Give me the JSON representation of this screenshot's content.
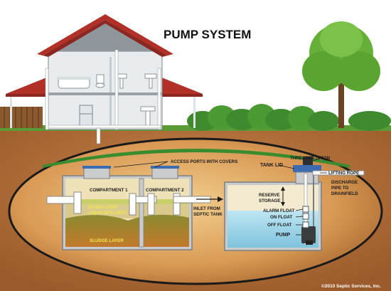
{
  "title": "PUMP SYSTEM",
  "labels": {
    "access_ports": "ACCESS PORTS WITH COVERS",
    "compartment_1": "COMPARTMENT 1",
    "compartment_2": "COMPARTMENT 2",
    "scum_layer": "SCUM LAYER",
    "liquid_effluent": "LIQUID EFFLUENT",
    "sludge_layer": "SLUDGE LAYER",
    "inlet_line1": "INLET FROM",
    "inlet_line2": "SEPTIC TANK",
    "tank_lid": "TANK LID",
    "threaded_union": "THREADED UNION",
    "lifting_rope": "LIFTING ROPE",
    "discharge_line1": "DISCHARGE",
    "discharge_line2": "PIPE TO",
    "discharge_line3": "DRAINFIELD",
    "reserve_line1": "RESERVE",
    "reserve_line2": "STORAGE",
    "alarm_float": "ALARM FLOAT",
    "on_float": "ON FLOAT",
    "off_float": "OFF FLOAT",
    "pump": "PUMP"
  },
  "copyright": "©2010 Septic Services, Inc.",
  "colors": {
    "sky": "#ffffff",
    "soil": "#b9753e",
    "soil_light": "#d5a06b",
    "grass": "#3a8d2f",
    "water": "#9fd6ea",
    "sludge": "#5b6a22",
    "pipe": "#ffffff",
    "roof": "#b13128"
  }
}
